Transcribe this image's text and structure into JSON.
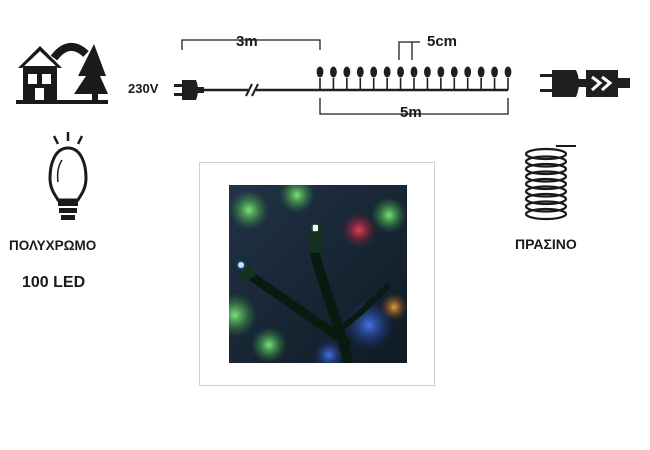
{
  "colors": {
    "ink": "#1a1a1a",
    "cable": "#1f1f1f",
    "frame_border": "#cfcfcf",
    "photo_bg": "#1a2a3a"
  },
  "icons": {
    "outdoor": "house-tree-icon",
    "bulb": "bulb-icon",
    "plug": "plug-icon",
    "connector": "connector-plug-icon",
    "coil": "coil-cable-icon"
  },
  "diagram": {
    "voltage_label": "230V",
    "lead_length_label": "3m",
    "spacing_label": "5cm",
    "light_length_label": "5m",
    "led_bead_count": 15
  },
  "product": {
    "color_label": "ΠΟΛΥΧΡΩΜΟ",
    "led_count_label": "100 LED",
    "cable_color_label": "ΠΡΑΣΙΝΟ"
  }
}
